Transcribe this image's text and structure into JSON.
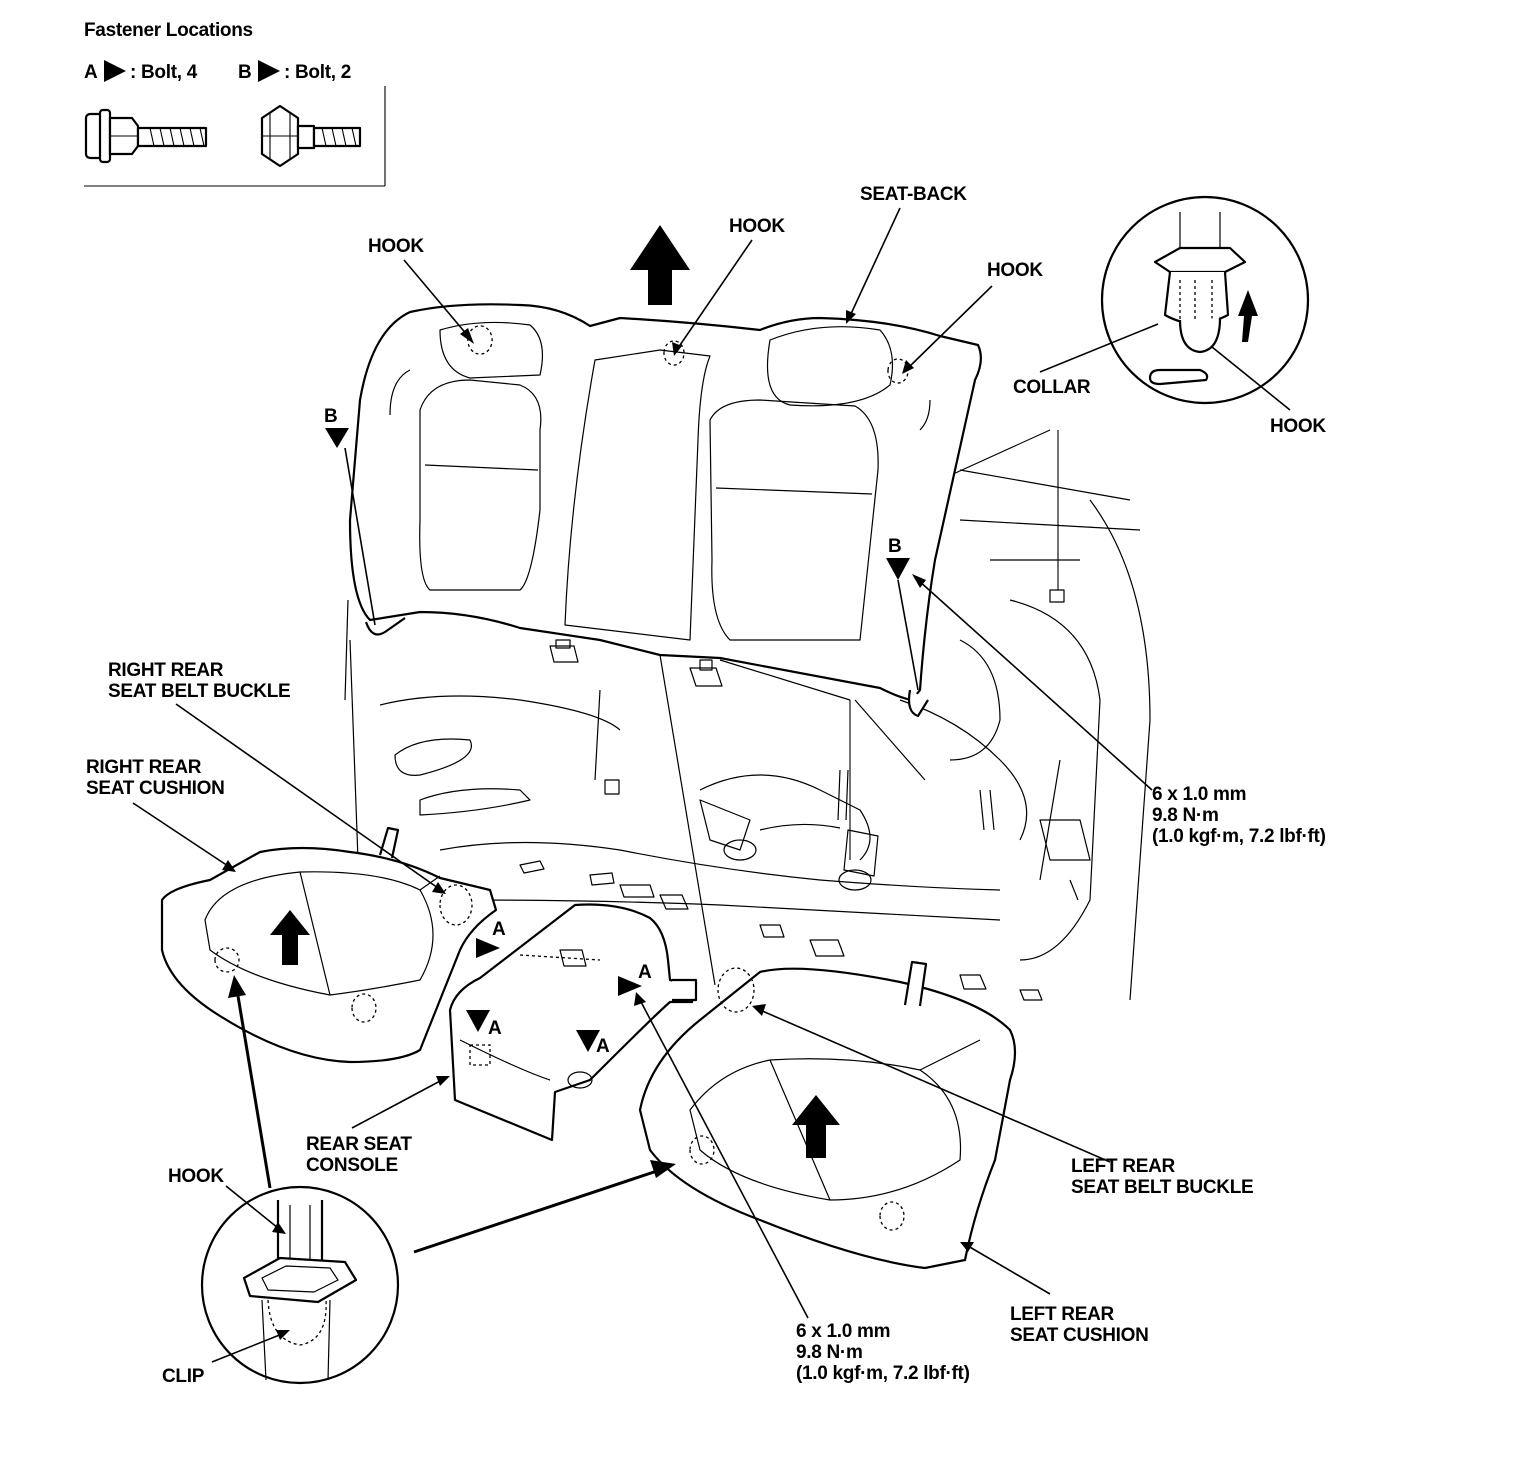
{
  "legend": {
    "title": "Fastener Locations",
    "items": [
      {
        "letter": "A",
        "text": ": Bolt, 4"
      },
      {
        "letter": "B",
        "text": ": Bolt, 2"
      }
    ]
  },
  "labels": {
    "hook_left": "HOOK",
    "hook_center": "HOOK",
    "seat_back": "SEAT-BACK",
    "hook_right": "HOOK",
    "collar": "COLLAR",
    "hook_detail_top": "HOOK",
    "b_left": "B",
    "b_right": "B",
    "right_rear_buckle": [
      "RIGHT REAR",
      "SEAT BELT BUCKLE"
    ],
    "right_rear_cushion": [
      "RIGHT REAR",
      "SEAT CUSHION"
    ],
    "torque_upper": [
      "6 x 1.0 mm",
      "9.8 N·m",
      "(1.0 kgf·m, 7.2 lbf·ft)"
    ],
    "a1": "A",
    "a2": "A",
    "a3": "A",
    "a4": "A",
    "rear_console": [
      "REAR SEAT",
      "CONSOLE"
    ],
    "hook_detail_bottom": "HOOK",
    "clip": "CLIP",
    "left_rear_buckle": [
      "LEFT REAR",
      "SEAT BELT BUCKLE"
    ],
    "left_rear_cushion": [
      "LEFT REAR",
      "SEAT CUSHION"
    ],
    "torque_lower": [
      "6 x 1.0 mm",
      "9.8 N·m",
      "(1.0 kgf·m, 7.2 lbf·ft)"
    ]
  }
}
